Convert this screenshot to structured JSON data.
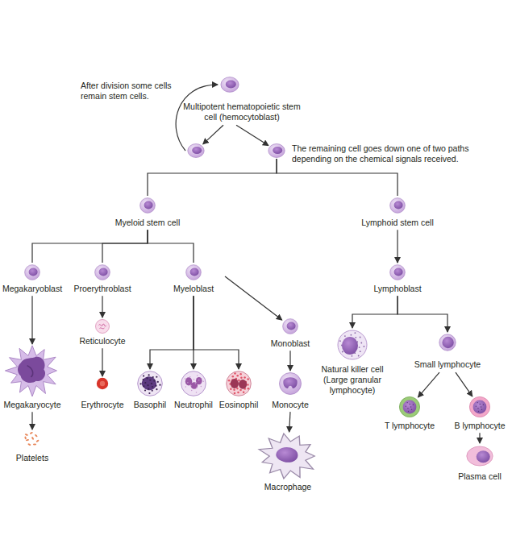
{
  "diagram": {
    "nodes": [
      {
        "text": [
          "Multipotent hematopoietic stem cell (hemocytoblast)"
        ]
      },
      {
        "text": [
          "After division some cells remain stem cells."
        ]
      },
      {
        "text": [
          "The remaining cell goes down one of two paths depending on the chemical signals received."
        ]
      },
      {
        "text": [
          "Myeloid stem cell"
        ]
      },
      {
        "text": [
          "Lymphoid stem cell"
        ]
      },
      {
        "text": [
          "Megakaryoblast"
        ]
      },
      {
        "text": [
          "Proerythroblast"
        ]
      },
      {
        "text": [
          "Myeloblast"
        ]
      },
      {
        "text": [
          "Lymphoblast"
        ]
      },
      {
        "text": [
          "Reticulocyte"
        ]
      },
      {
        "text": [
          "Monoblast"
        ]
      },
      {
        "text": [
          "Natural killer cell (Large granular lymphocyte)"
        ]
      },
      {
        "text": [
          "Small lymphocyte"
        ]
      },
      {
        "text": [
          "Megakaryocyte"
        ]
      },
      {
        "text": [
          "Erythrocyte"
        ]
      },
      {
        "text": [
          "Basophil"
        ]
      },
      {
        "text": [
          "Neutrophil"
        ]
      },
      {
        "text": [
          "Eosinophil"
        ]
      },
      {
        "text": [
          "Monocyte"
        ]
      },
      {
        "text": [
          "T lymphocyte"
        ]
      },
      {
        "text": [
          "B lymphocyte"
        ]
      },
      {
        "text": [
          "Platelets"
        ]
      },
      {
        "text": [
          "Macrophage"
        ]
      },
      {
        "text": [
          "Plasma cell"
        ]
      }
    ],
    "edges": [
      {
        "from": 0,
        "to": 1,
        "arrow": "to"
      },
      {
        "from": 0,
        "to": 2,
        "arrow": "to"
      },
      {
        "from": 1,
        "to": 0,
        "arrow": "to"
      },
      {
        "from": 2,
        "to": 3,
        "arrow": "none"
      },
      {
        "from": 2,
        "to": 4,
        "arrow": "none"
      },
      {
        "from": 3,
        "to": 5,
        "arrow": "none"
      },
      {
        "from": 3,
        "to": 6,
        "arrow": "none"
      },
      {
        "from": 3,
        "to": 7,
        "arrow": "none"
      },
      {
        "from": 4,
        "to": 8,
        "arrow": "to"
      },
      {
        "from": 5,
        "to": 13,
        "arrow": "to"
      },
      {
        "from": 13,
        "to": 21,
        "arrow": "to"
      },
      {
        "from": 6,
        "to": 9,
        "arrow": "to"
      },
      {
        "from": 9,
        "to": 14,
        "arrow": "to"
      },
      {
        "from": 7,
        "to": 15,
        "arrow": "to"
      },
      {
        "from": 7,
        "to": 16,
        "arrow": "to"
      },
      {
        "from": 7,
        "to": 17,
        "arrow": "to"
      },
      {
        "from": 7,
        "to": 10,
        "arrow": "to"
      },
      {
        "from": 10,
        "to": 18,
        "arrow": "to"
      },
      {
        "from": 18,
        "to": 22,
        "arrow": "to"
      },
      {
        "from": 8,
        "to": 11,
        "arrow": "to"
      },
      {
        "from": 8,
        "to": 12,
        "arrow": "to"
      },
      {
        "from": 12,
        "to": 19,
        "arrow": "to"
      },
      {
        "from": 12,
        "to": 20,
        "arrow": "to"
      },
      {
        "from": 20,
        "to": 23,
        "arrow": "to"
      }
    ]
  }
}
